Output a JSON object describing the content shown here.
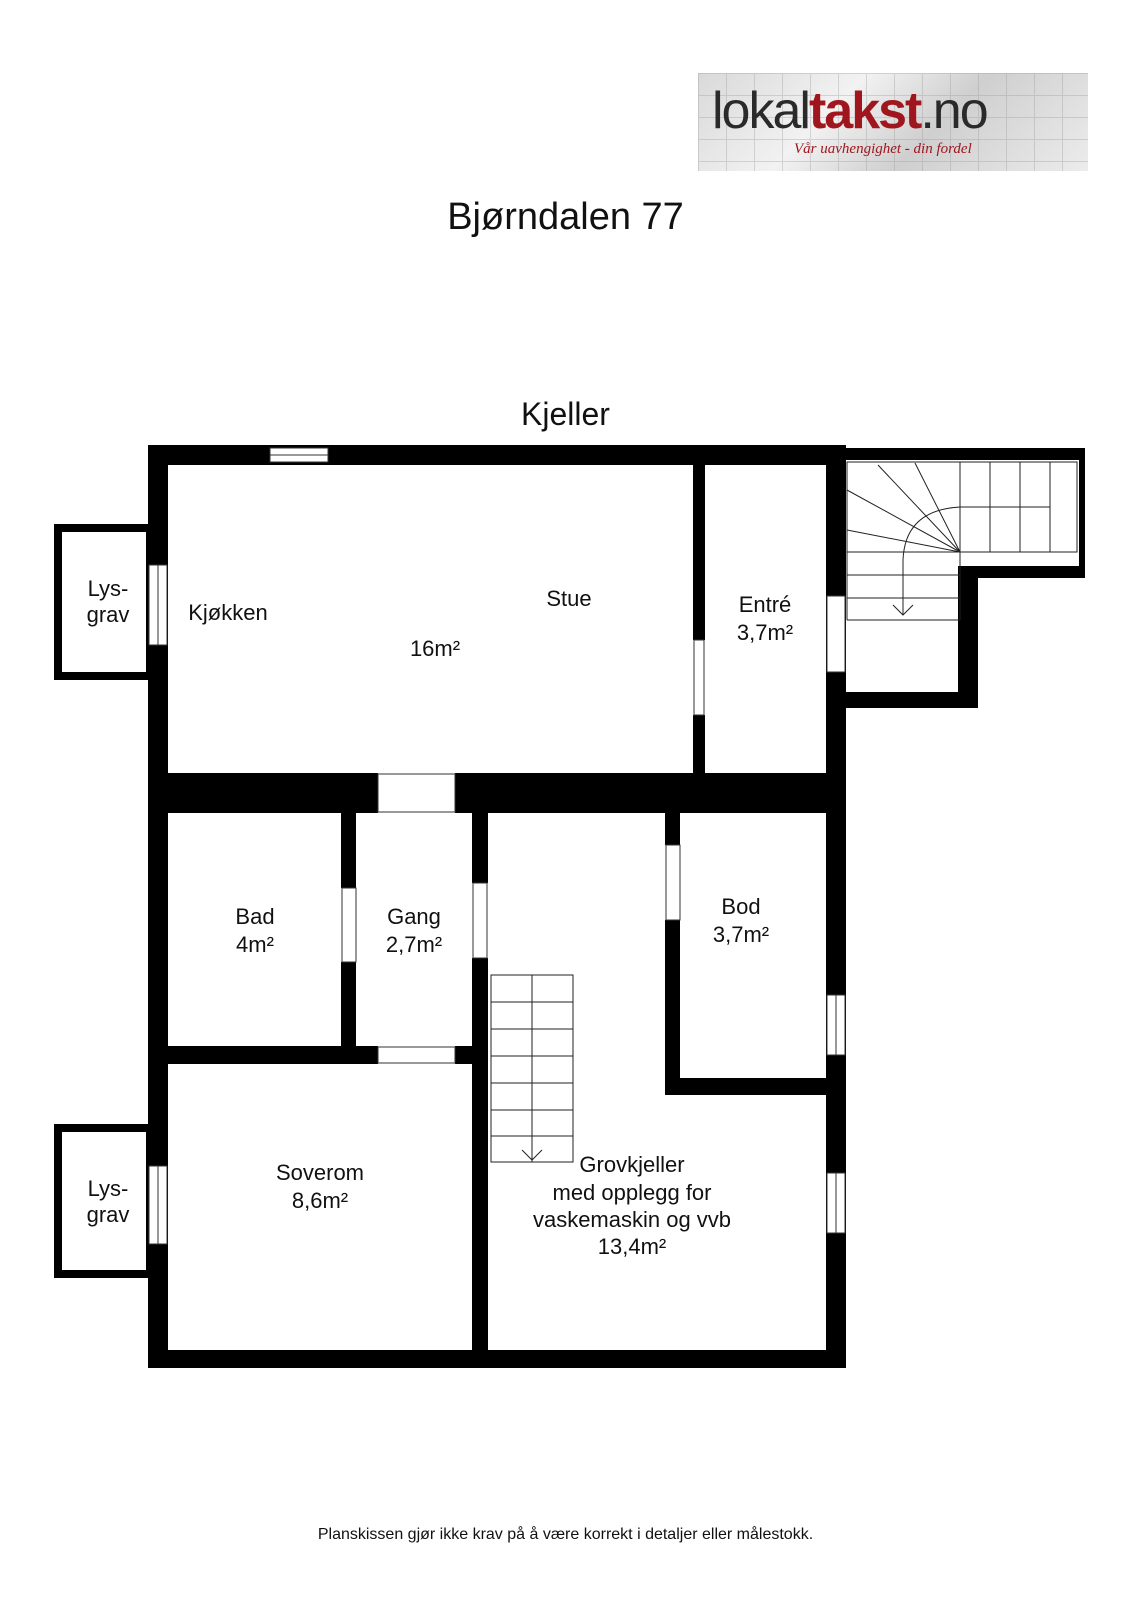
{
  "logo": {
    "part1": "lokal",
    "part2": "takst",
    "part3": ".no",
    "tagline": "Vår uavhengighet - din fordel"
  },
  "title": "Bjørndalen 77",
  "floor": "Kjeller",
  "rooms": {
    "lysgrav_top": [
      "Lys-",
      "grav"
    ],
    "kjokken": "Kjøkken",
    "stue": "Stue",
    "stue_area": "16m²",
    "entre": [
      "Entré",
      "3,7m²"
    ],
    "bad": [
      "Bad",
      "4m²"
    ],
    "gang": [
      "Gang",
      "2,7m²"
    ],
    "bod": [
      "Bod",
      "3,7m²"
    ],
    "soverom": [
      "Soverom",
      "8,6m²"
    ],
    "grovkjeller": [
      "Grovkjeller",
      "med opplegg for",
      "vaskemaskin og vvb",
      "13,4m²"
    ],
    "lysgrav_bottom": [
      "Lys-",
      "grav"
    ]
  },
  "disclaimer": "Planskissen gjør ikke krav på å være korrekt i detaljer eller målestokk.",
  "colors": {
    "wall": "#000000",
    "brand": "#a0161e"
  }
}
